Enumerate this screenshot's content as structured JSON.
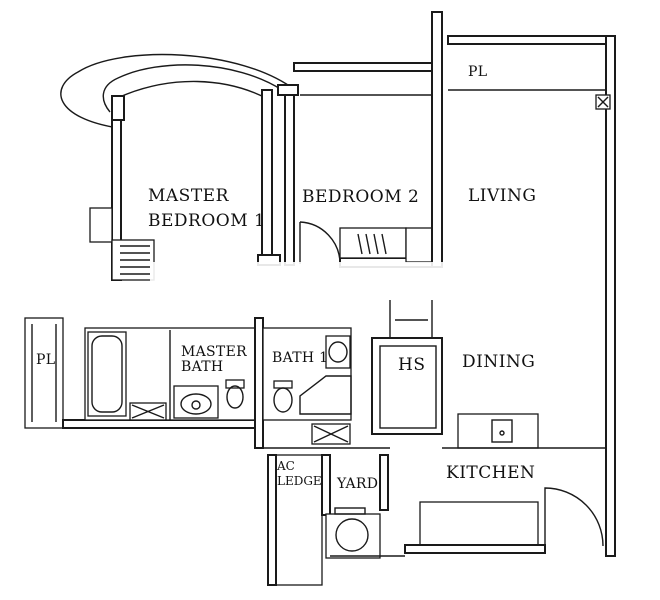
{
  "rooms": {
    "master_bedroom_line1": "MASTER",
    "master_bedroom_line2": "BEDROOM 1",
    "bedroom2": "BEDROOM 2",
    "living": "LIVING",
    "pl_top": "PL",
    "pl_left": "PL",
    "master_bath_line1": "MASTER",
    "master_bath_line2": "BATH",
    "bath1": "BATH 1",
    "hs": "HS",
    "dining": "DINING",
    "kitchen": "KITCHEN",
    "ac_ledge_line1": "AC",
    "ac_ledge_line2": "LEDGE",
    "yard": "YARD"
  }
}
